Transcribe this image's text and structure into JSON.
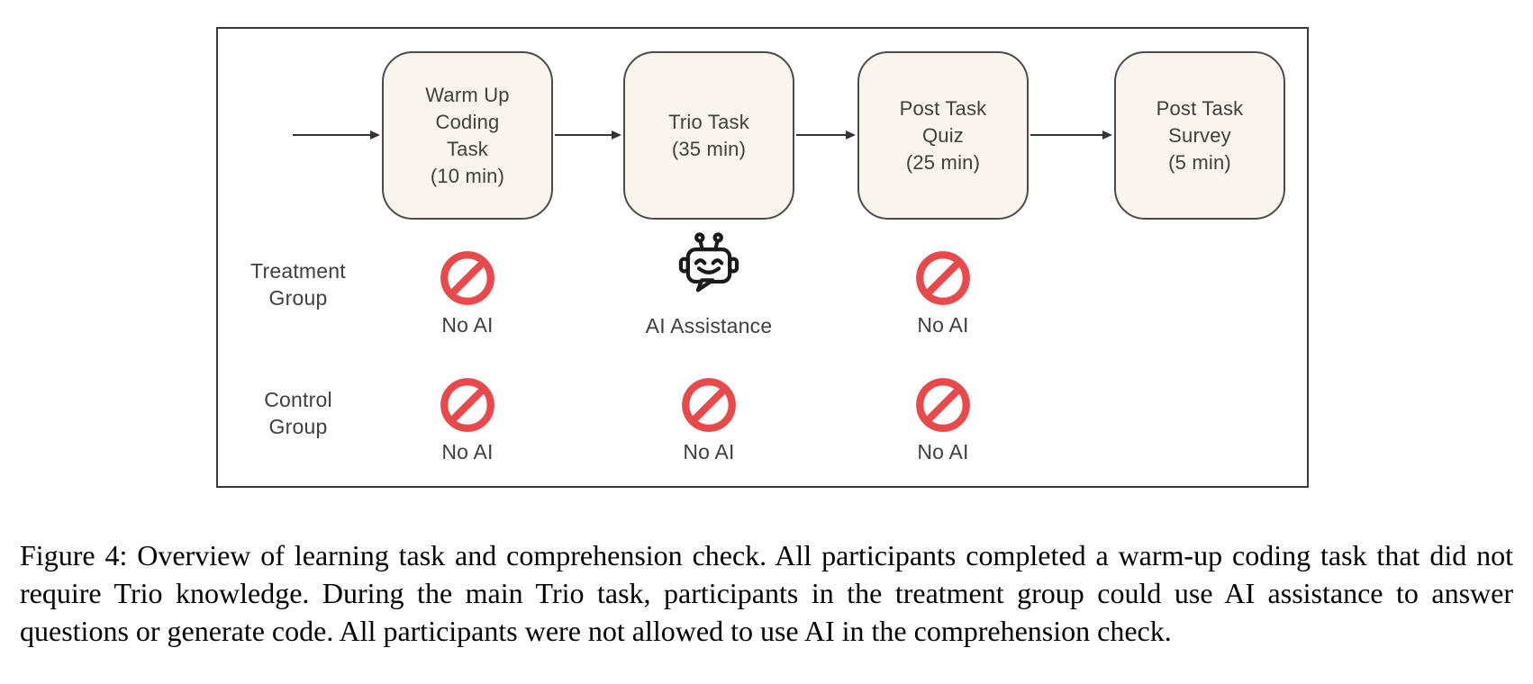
{
  "figure": {
    "tasks": [
      {
        "label": "Warm Up\nCoding\nTask\n(10 min)"
      },
      {
        "label": "Trio Task\n(35 min)"
      },
      {
        "label": "Post Task\nQuiz\n(25 min)"
      },
      {
        "label": "Post Task\nSurvey\n(5 min)"
      }
    ],
    "rows": [
      {
        "label": "Treatment\nGroup",
        "cells": [
          {
            "icon": "no-ai-icon",
            "label": "No AI"
          },
          {
            "icon": "robot-icon",
            "label": "AI Assistance"
          },
          {
            "icon": "no-ai-icon",
            "label": "No AI"
          }
        ]
      },
      {
        "label": "Control\nGroup",
        "cells": [
          {
            "icon": "no-ai-icon",
            "label": "No AI"
          },
          {
            "icon": "no-ai-icon",
            "label": "No AI"
          },
          {
            "icon": "no-ai-icon",
            "label": "No AI"
          }
        ]
      }
    ]
  },
  "caption": "Figure 4: Overview of learning task and comprehension check. All participants completed a warm-up coding task that did not require Trio knowledge. During the main Trio task, participants in the treatment group could use AI assistance to answer questions or generate code. All participants were not allowed to use AI in the comprehension check.",
  "colors": {
    "prohibited_red": "#E8494B",
    "task_box_fill": "#F9F5EE",
    "task_box_border": "#4B4B4B",
    "diagram_text": "#3F3F3F",
    "outer_border": "#3A3A3A",
    "arrow": "#333333",
    "robot_ink": "#1A1A1A",
    "caption_text": "#000000"
  }
}
